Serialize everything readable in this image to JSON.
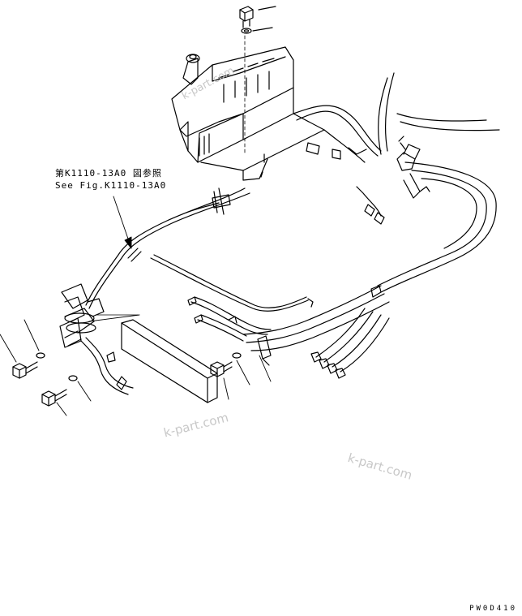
{
  "reference": {
    "japanese": "第K1110-13A0 図参照",
    "english": "See Fig.K1110-13A0"
  },
  "watermarks": [
    "k-part.com",
    "k-part.com",
    "k-part.com"
  ],
  "drawing_code": "PW0D410",
  "colors": {
    "line": "#000000",
    "background": "#ffffff",
    "watermark": "#c8c8c8"
  }
}
